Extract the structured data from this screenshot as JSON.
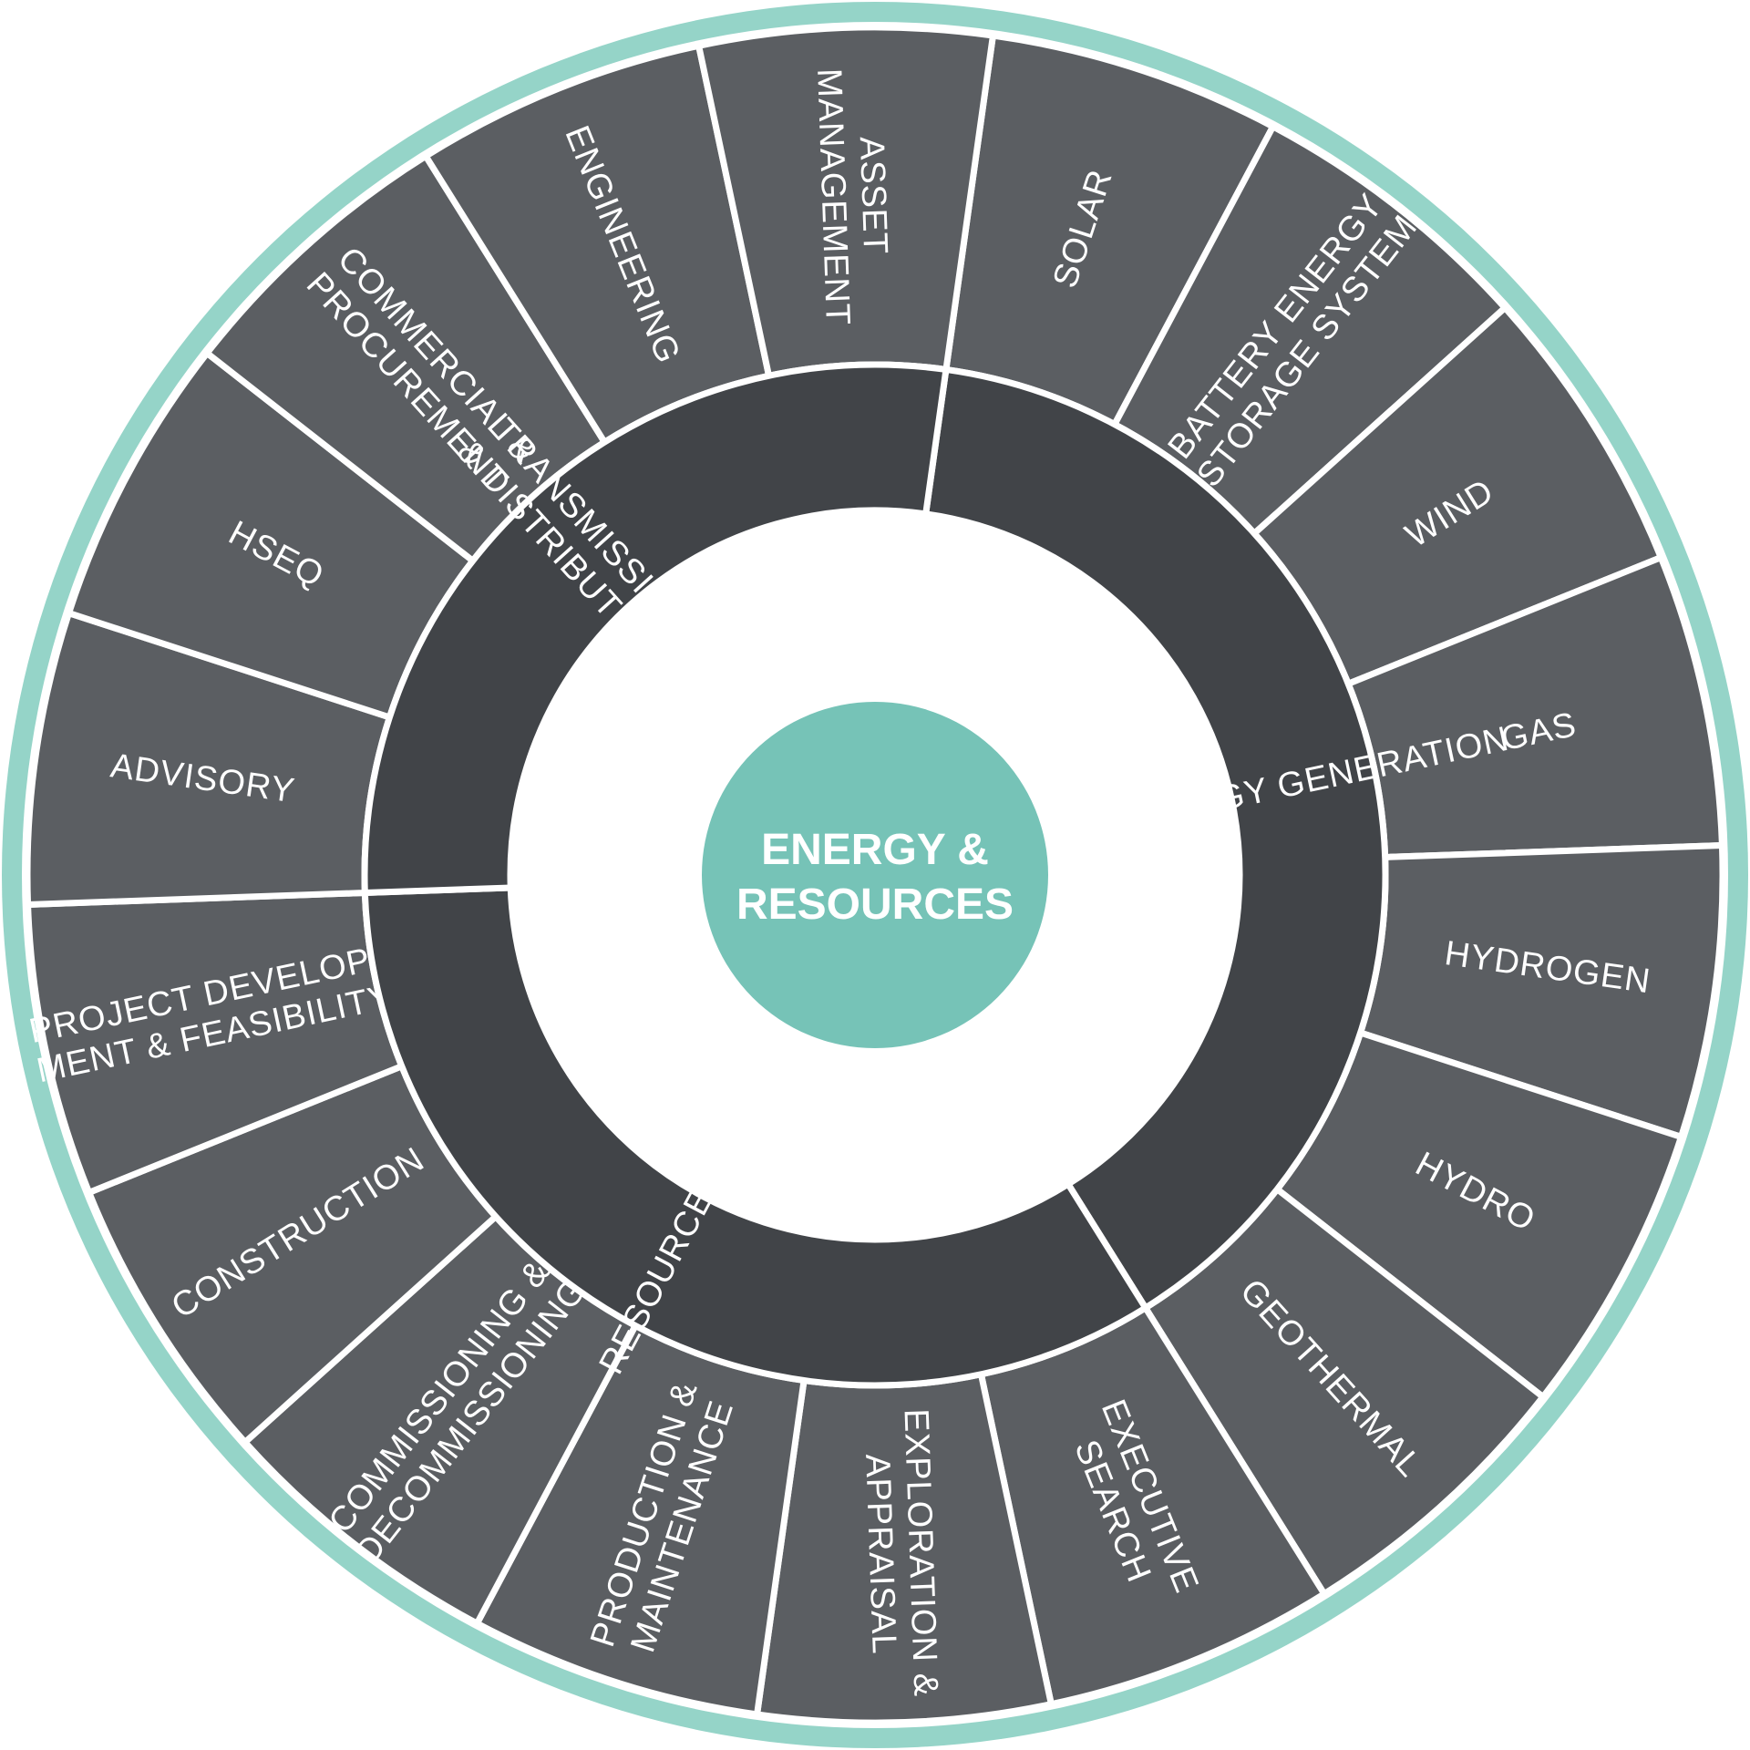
{
  "center": {
    "line1": "ENERGY &",
    "line2": "RESOURCES"
  },
  "colors": {
    "ring": "#95d4c8",
    "outer": "#5b5e62",
    "middle": "#414448",
    "center": "#76c3b7",
    "divider": "#ffffff",
    "text": "#ffffff"
  },
  "middle_ring": [
    {
      "lines": [
        "ENERGY GENERATION"
      ]
    },
    {
      "lines": [
        "RESOURCES"
      ]
    },
    {
      "lines": [
        "TRANSMISSION",
        "& DISTRIBUTION"
      ]
    }
  ],
  "outer_ring": [
    {
      "lines": [
        "SOLAR"
      ]
    },
    {
      "lines": [
        "BATTERY ENERGY",
        "STORAGE SYSTEM"
      ]
    },
    {
      "lines": [
        "WIND"
      ]
    },
    {
      "lines": [
        "GAS"
      ]
    },
    {
      "lines": [
        "HYDROGEN"
      ]
    },
    {
      "lines": [
        "HYDRO"
      ]
    },
    {
      "lines": [
        "GEOTHERMAL"
      ]
    },
    {
      "lines": [
        "EXECUTIVE",
        "SEARCH"
      ]
    },
    {
      "lines": [
        "EXPLORATION &",
        "APPRAISAL"
      ]
    },
    {
      "lines": [
        "PRODUCTION &",
        "MAINTENANCE"
      ]
    },
    {
      "lines": [
        "COMMISSIONING &",
        "DECOMMISSIONING"
      ]
    },
    {
      "lines": [
        "CONSTRUCTION"
      ]
    },
    {
      "lines": [
        "PROJECT DEVELOP-",
        "MENT & FEASIBILITY"
      ]
    },
    {
      "lines": [
        "ADVISORY"
      ]
    },
    {
      "lines": [
        "HSEQ"
      ]
    },
    {
      "lines": [
        "COMMERCIAL &",
        "PROCUREMENT"
      ]
    },
    {
      "lines": [
        "ENGINEERING"
      ]
    },
    {
      "lines": [
        "ASSET",
        "MANAGEMENT"
      ]
    }
  ]
}
